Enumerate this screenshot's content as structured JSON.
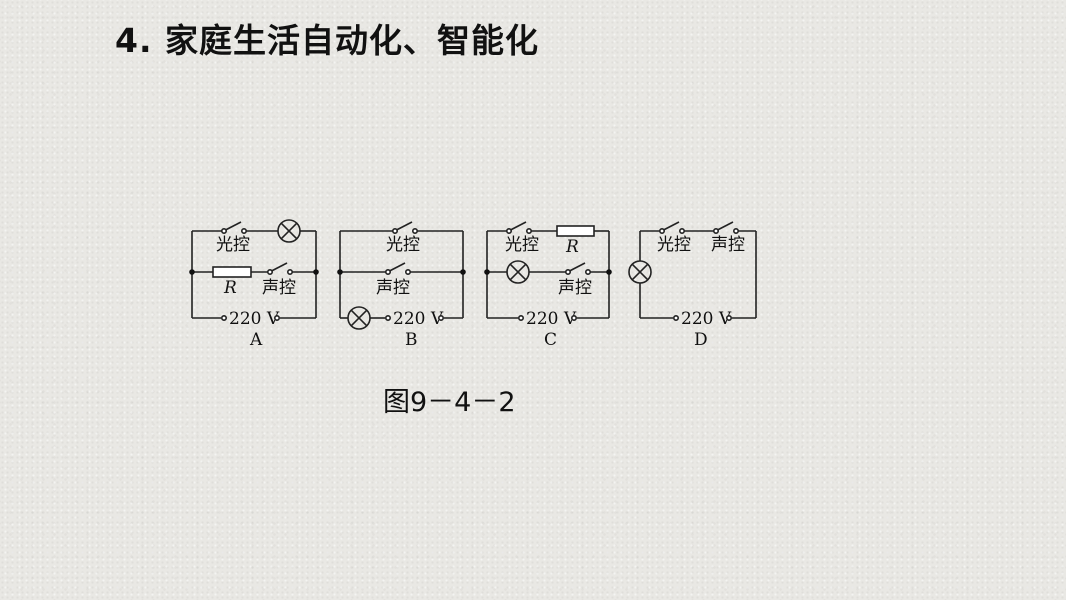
{
  "slide_title": "4. 家庭生活自动化、智能化",
  "figure_caption": "图9－4－2",
  "labels": {
    "light_control": "光控",
    "sound_control": "声控",
    "resistor": "R",
    "voltage": "220 V"
  },
  "circuits": [
    {
      "label": "A"
    },
    {
      "label": "B"
    },
    {
      "label": "C"
    },
    {
      "label": "D"
    }
  ]
}
